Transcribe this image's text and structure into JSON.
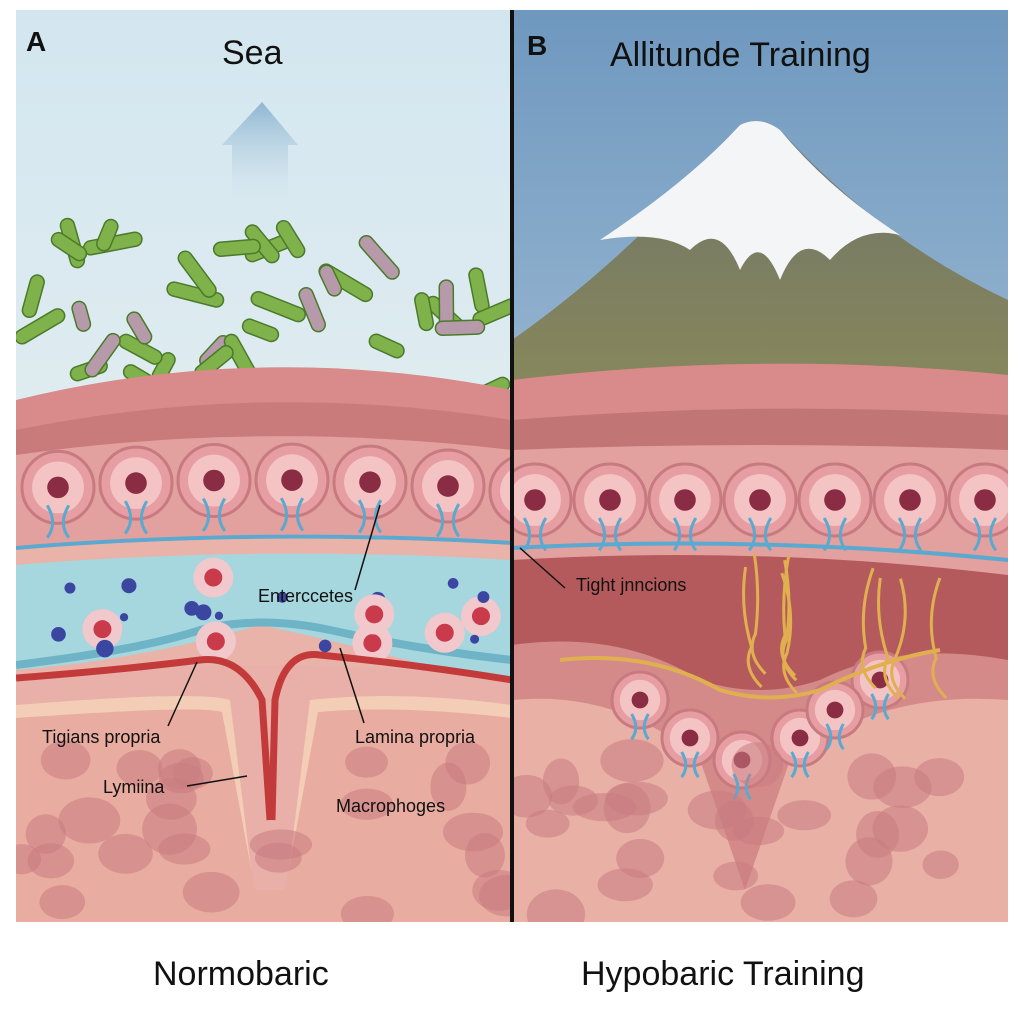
{
  "panel_a": {
    "letter": "A",
    "title": "Sea",
    "caption": "Normobaric",
    "labels": {
      "enterocytes": "Enterccetes",
      "tigians_propria": "Tigians propria",
      "lamina_propria": "Lamina propria",
      "lymiina": "Lymiina",
      "macrophages": "Macrophoges"
    }
  },
  "panel_b": {
    "letter": "B",
    "title": "Allitunde Training",
    "caption": "Hypobaric Training",
    "labels": {
      "tight_junctions": "Tight jnncions"
    }
  },
  "colors": {
    "sky_top": "#cfe3ee",
    "sky_b": "#7fa6c6",
    "tissue": "#e7a8a2",
    "cell": "#e9a0a4",
    "lumen": "#a6d6de",
    "vessel": "#c33a3a",
    "capillary": "#e0b050",
    "divider": "#111111"
  }
}
